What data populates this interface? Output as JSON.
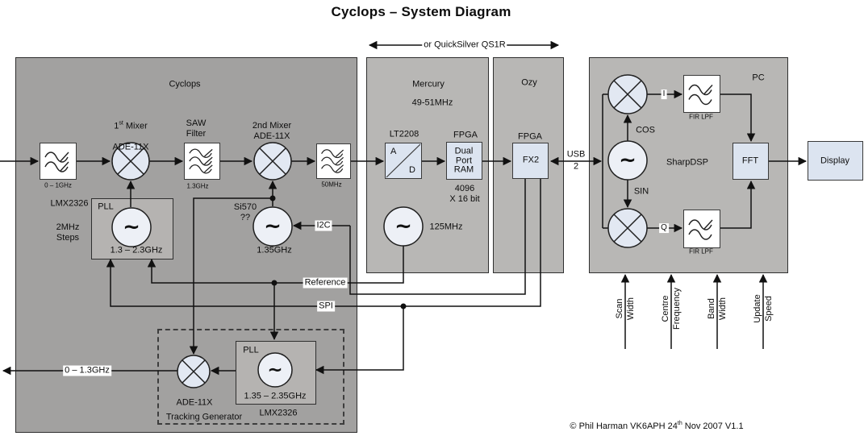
{
  "title": "Cyclops – System Diagram",
  "quicksilver_label": "or QuickSilver  QS1R",
  "cyclops": {
    "name": "Cyclops",
    "input_filter": "0 – 1GHz",
    "mixer1": {
      "num": "1",
      "sup": "st",
      "rest": " Mixer",
      "part": "ADE-11X"
    },
    "saw_filter": "SAW\nFilter",
    "saw_freq": "1.3GHz",
    "mixer2": "2nd Mixer\nADE-11X",
    "if_filter": "50MHz",
    "pll1": {
      "label": "PLL",
      "range": "1.3 – 2.3GHz",
      "chip": "LMX2326",
      "steps": "2MHz\nSteps"
    },
    "si570": {
      "label": "Si570\n??",
      "freq": "1.35GHz"
    }
  },
  "signals": {
    "i2c": "I2C",
    "reference": "Reference",
    "spi": "SPI",
    "usb_line1": "USB",
    "usb_line2": "2",
    "cos": "COS",
    "sin": "SIN",
    "i": "I",
    "q": "Q"
  },
  "mercury": {
    "name": "Mercury",
    "freq": "49-51MHz",
    "adc_label": "LT2208",
    "adc_a": "A",
    "adc_d": "D",
    "fpga": "FPGA",
    "ram": "Dual\nPort\nRAM",
    "ram_size": "4096\nX 16 bit",
    "clock": "125MHz"
  },
  "ozy": {
    "name": "Ozy",
    "fpga": "FPGA",
    "chip": "FX2"
  },
  "pc": {
    "name": "PC",
    "dsp": "SharpDSP",
    "fir1": "FIR LPF",
    "fir2": "FIR LPF",
    "fft": "FFT"
  },
  "display_label": "Display",
  "tracking": {
    "pll": "PLL",
    "range": "1.35 – 2.35GHz",
    "chip": "LMX2326",
    "mixer": "ADE-11X",
    "title": "Tracking Generator",
    "output": "0 – 1.3GHz"
  },
  "bottom_inputs": [
    {
      "line1": "Scan",
      "line2": "Width"
    },
    {
      "line1": "Centre",
      "line2": "Frequency"
    },
    {
      "line1": "Band",
      "line2": "Width"
    },
    {
      "line1": "Update",
      "line2": "Speed"
    }
  ],
  "copyright": {
    "pre": "© Phil Harman VK6APH 24",
    "sup": "th",
    "post": "  Nov 2007 V1.1"
  },
  "icons": {
    "oscillator": "~"
  }
}
